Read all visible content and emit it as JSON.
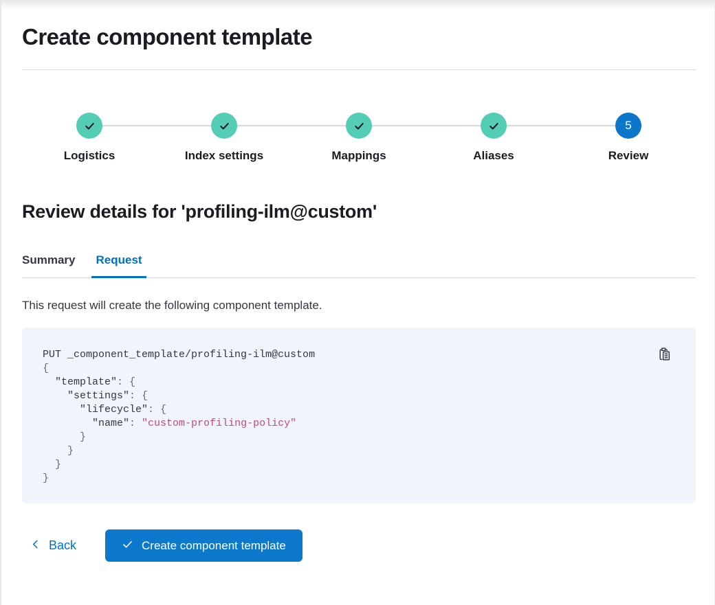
{
  "page": {
    "title": "Create component template"
  },
  "steps": [
    {
      "label": "Logistics",
      "status": "complete"
    },
    {
      "label": "Index settings",
      "status": "complete"
    },
    {
      "label": "Mappings",
      "status": "complete"
    },
    {
      "label": "Aliases",
      "status": "complete"
    },
    {
      "label": "Review",
      "status": "current",
      "number": "5"
    }
  ],
  "review": {
    "heading": "Review details for 'profiling-ilm@custom'",
    "tabs": [
      {
        "label": "Summary",
        "selected": false
      },
      {
        "label": "Request",
        "selected": true
      }
    ],
    "description": "This request will create the following component template."
  },
  "code_block": {
    "copy_icon": "copy-clipboard-icon",
    "lines": [
      [
        {
          "t": "plain",
          "s": "PUT _component_template/profiling-ilm@custom"
        }
      ],
      [
        {
          "t": "punct",
          "s": "{"
        }
      ],
      [
        {
          "t": "key",
          "s": "  \"template\""
        },
        {
          "t": "punct",
          "s": ": {"
        }
      ],
      [
        {
          "t": "key",
          "s": "    \"settings\""
        },
        {
          "t": "punct",
          "s": ": {"
        }
      ],
      [
        {
          "t": "key",
          "s": "      \"lifecycle\""
        },
        {
          "t": "punct",
          "s": ": {"
        }
      ],
      [
        {
          "t": "key",
          "s": "        \"name\""
        },
        {
          "t": "punct",
          "s": ": "
        },
        {
          "t": "string",
          "s": "\"custom-profiling-policy\""
        }
      ],
      [
        {
          "t": "punct",
          "s": "      }"
        }
      ],
      [
        {
          "t": "punct",
          "s": "    }"
        }
      ],
      [
        {
          "t": "punct",
          "s": "  }"
        }
      ],
      [
        {
          "t": "punct",
          "s": "}"
        }
      ]
    ]
  },
  "footer": {
    "back_label": "Back",
    "create_label": "Create component template"
  },
  "colors": {
    "primary_blue": "#0071c2",
    "current_step_blue": "#0b76ca",
    "success_teal": "#54cdb5",
    "heading_text": "#1a1c21",
    "body_text": "#343741",
    "divider": "#d3dae6",
    "code_background": "#f1f4fa",
    "code_tokens": {
      "plain": "#343741",
      "key": "#343741",
      "punct": "#646a77",
      "string": "#bd4c78"
    }
  }
}
